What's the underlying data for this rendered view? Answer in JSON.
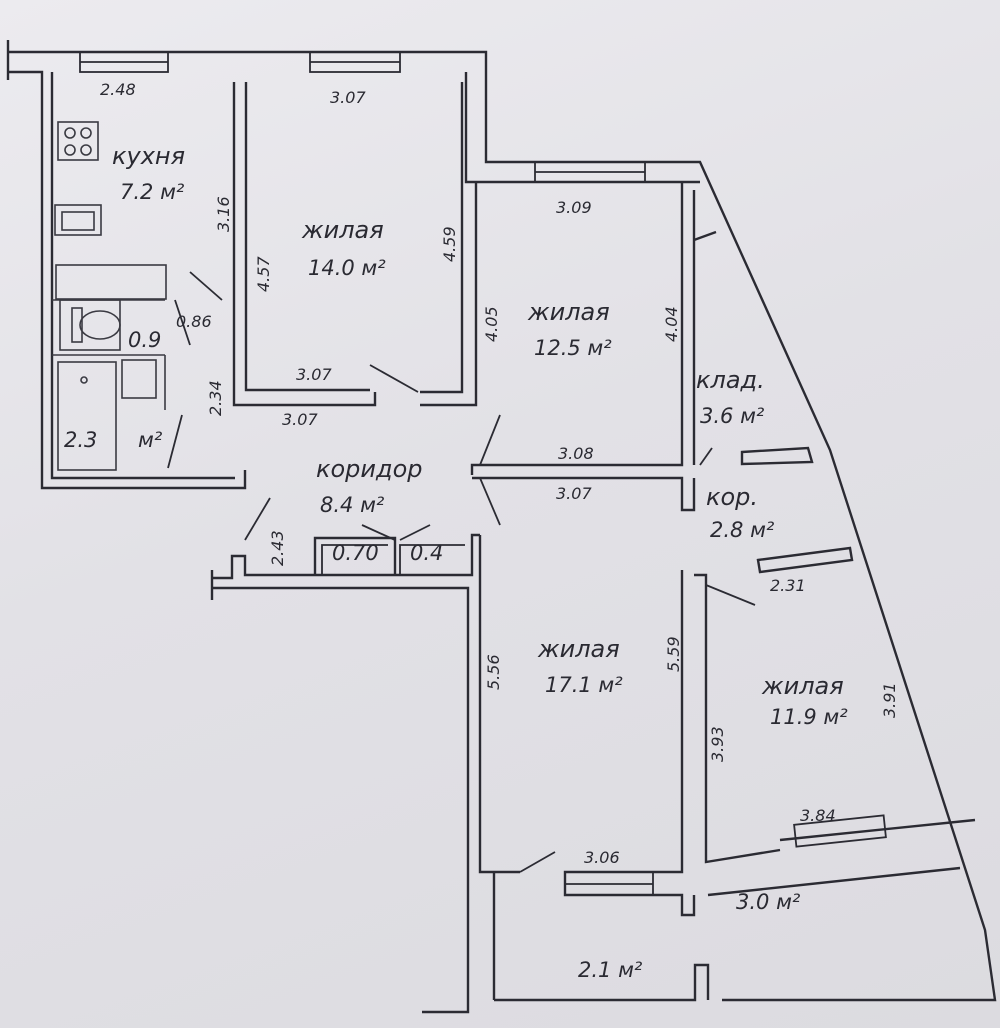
{
  "rooms": {
    "kitchen": {
      "name": "кухня",
      "area": "7.2  м²"
    },
    "living1": {
      "name": "жилая",
      "area": "14.0 м²"
    },
    "living2": {
      "name": "жилая",
      "area": "12.5 м²"
    },
    "storage": {
      "name": "клад.",
      "area": "3.6  м²"
    },
    "corridor": {
      "name": "коридор",
      "area": "8.4  м²"
    },
    "corridor2": {
      "name": "кор.",
      "area": "2.8  м²"
    },
    "living3": {
      "name": "жилая",
      "area": "17.1  м²"
    },
    "living4": {
      "name": "жилая",
      "area": "11.9  м²"
    },
    "bath": {
      "area": "2.3",
      "unit": "м²"
    },
    "wc": {
      "area": "0.9"
    },
    "balcony1": {
      "area": "3.0  м²"
    },
    "balcony2": {
      "area": "2.1   м²"
    }
  },
  "dims": {
    "d248": "2.48",
    "d307top": "3.07",
    "d309": "3.09",
    "d316": "3.16",
    "d457": "4.57",
    "d459": "4.59",
    "d086": "0.86",
    "d405": "4.05",
    "d404": "4.04",
    "d234": "2.34",
    "d307in": "3.07",
    "d307out": "3.07",
    "d308": "3.08",
    "d307b": "3.07",
    "d243": "2.43",
    "d070": "0.70",
    "d04": "0.4",
    "d231": "2.31",
    "d556": "5.56",
    "d559": "5.59",
    "d393": "3.93",
    "d391": "3.91",
    "d384": "3.84",
    "d306": "3.06"
  }
}
